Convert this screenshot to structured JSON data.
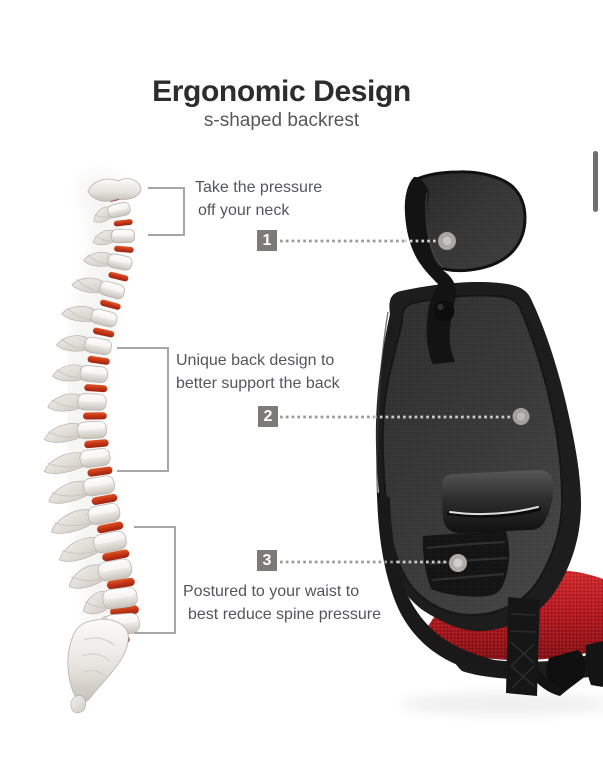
{
  "header": {
    "title": "Ergonomic Design",
    "subtitle": "s-shaped backrest"
  },
  "callouts": [
    {
      "number": "1",
      "lines": [
        "Take the pressure",
        "off your neck"
      ]
    },
    {
      "number": "2",
      "lines": [
        "Unique back design to",
        "better support the back"
      ]
    },
    {
      "number": "3",
      "lines": [
        "Postured to your waist to",
        "best reduce spine pressure"
      ]
    }
  ],
  "icons": {
    "spine": "spine-illustration",
    "chair": "office-chair-back-illustration",
    "scrollbar": "scrollbar-thumb"
  },
  "colors": {
    "title_text": "#2d2d2d",
    "subtitle_text": "#585858",
    "label_text": "#54565a",
    "badge_background": "#7d7b78",
    "badge_text": "#ffffff",
    "bracket_line": "#a6a6a6",
    "dotted_line": "#9a9a9a",
    "chair_frame": "#1d1d1d",
    "chair_mesh": "#3b3b3b",
    "seat_red": "#bf2428",
    "disc_red": "#c63a1b",
    "bone": "#efede9",
    "scrollbar_thumb": "#6f6f6f"
  }
}
